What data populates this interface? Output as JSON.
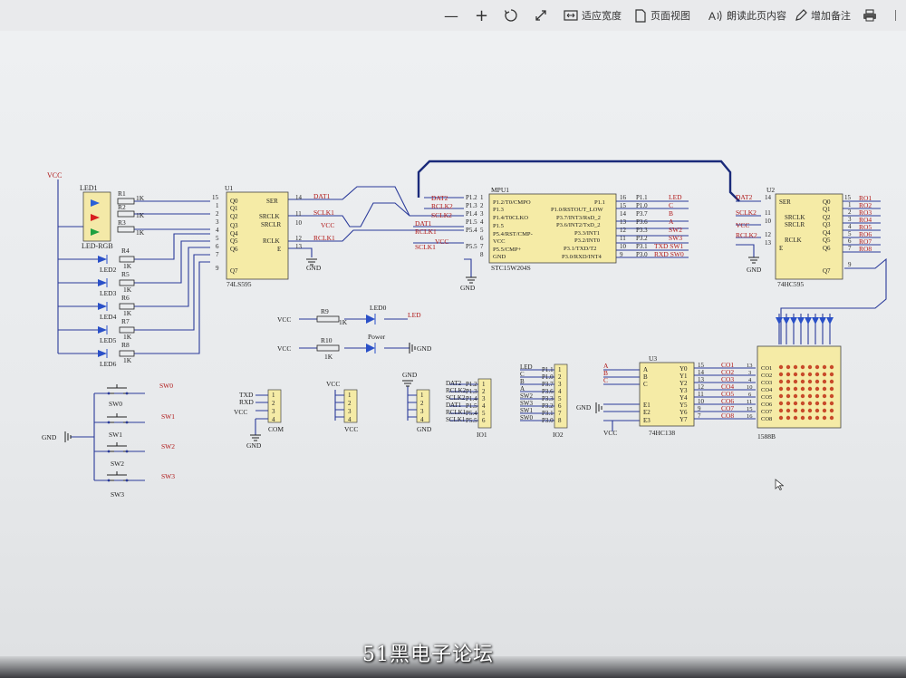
{
  "toolbar": {
    "zoom_out": "—",
    "zoom_in": "+",
    "fit_width": "适应宽度",
    "page_view": "页面视图",
    "read_aloud": "朗读此页内容",
    "add_note": "增加备注"
  },
  "watermark": "51黑电子论坛",
  "schematic": {
    "vcc": "VCC",
    "gnd": "GND",
    "led_rgb": {
      "ref": "LED1",
      "name": "LED-RGB"
    },
    "resistors_left": [
      "R1",
      "R2",
      "R3",
      "R4",
      "R5",
      "R6",
      "R7",
      "R8"
    ],
    "res_value": "1K",
    "leds_left": [
      "LED2",
      "LED3",
      "LED4",
      "LED5",
      "LED6"
    ],
    "u1": {
      "ref": "U1",
      "name": "74LS595",
      "left_pins": [
        "Q0",
        "Q1",
        "Q2",
        "Q3",
        "Q4",
        "Q5",
        "Q6",
        "Q7"
      ],
      "left_nums": [
        "15",
        "1",
        "2",
        "3",
        "4",
        "5",
        "6",
        "7",
        "9"
      ],
      "right_pins": [
        "SER",
        "SRCLK",
        "SRCLR",
        "RCLK",
        "E"
      ],
      "right_nums": [
        "14",
        "11",
        "10",
        "12",
        "13"
      ]
    },
    "u1_nets": [
      "DAT1",
      "SCLK1",
      "VCC",
      "RCLK1",
      "GND"
    ],
    "mpu": {
      "ref": "MPU1",
      "name": "STC15W204S",
      "left_pins": [
        "P1.2/T0/CMPO",
        "P1.3",
        "P1.4/T0CLKO",
        "P1.5",
        "P5.4/RST/CMP-",
        "VCC",
        "P5.5/CMP+",
        "GND"
      ],
      "left_nums": [
        "1",
        "2",
        "3",
        "4",
        "5",
        "6",
        "7",
        "8"
      ],
      "left_nets": [
        "DAT2",
        "RCLK2",
        "SCLK2",
        "DAT1",
        "RCLK1",
        "",
        "SCLK1",
        ""
      ],
      "left_ports": [
        "P1.2",
        "P1.3",
        "P1.4",
        "P1.5",
        "P5.4",
        "",
        "P5.5",
        ""
      ],
      "right_pins": [
        "P1.1",
        "P1.0/RSTOUT_LOW",
        "P3.7/INT3/RxD_2",
        "P3.6/INT2/TxD_2",
        "P3.3/INT1",
        "P3.2/INT0",
        "P3.1/TXD/T2",
        "P3.0/RXD/INT4"
      ],
      "right_nums": [
        "16",
        "15",
        "14",
        "13",
        "12",
        "11",
        "10",
        "9"
      ],
      "right_ports": [
        "P1.1",
        "P1.0",
        "P3.7",
        "P3.6",
        "P3.3",
        "P3.2",
        "P3.1",
        "P3.0"
      ],
      "right_nets": [
        "LED",
        "C",
        "B",
        "A",
        "SW2",
        "SW3",
        "TXD SW1",
        "RXD SW0"
      ]
    },
    "u2": {
      "ref": "U2",
      "name": "74HC595",
      "left_pins": [
        "SER",
        "SRCLK",
        "SRCLR",
        "RCLK",
        "E"
      ],
      "left_nums": [
        "14",
        "11",
        "10",
        "12",
        "13"
      ],
      "left_nets": [
        "DAT2",
        "SCLK2",
        "VCC",
        "RCLK2",
        "GND"
      ],
      "right_pins": [
        "Q0",
        "Q1",
        "Q2",
        "Q3",
        "Q4",
        "Q5",
        "Q6",
        "Q7"
      ],
      "right_nums": [
        "15",
        "1",
        "2",
        "3",
        "4",
        "5",
        "6",
        "7",
        "9"
      ],
      "right_nets": [
        "RO1",
        "RO2",
        "RO3",
        "RO4",
        "RO5",
        "RO6",
        "RO7",
        "RO8"
      ]
    },
    "r9": {
      "ref": "R9",
      "value": "1K",
      "led": "LED0",
      "net": "LED"
    },
    "r10": {
      "ref": "R10",
      "value": "1K",
      "led": "Power"
    },
    "switches": [
      "SW0",
      "SW1",
      "SW2",
      "SW3"
    ],
    "com": {
      "ref": "COM",
      "nets": [
        "TXD",
        "RXD",
        "VCC",
        "GND"
      ],
      "pins": [
        "1",
        "2",
        "3",
        "4"
      ]
    },
    "vcc_hdr": {
      "ref": "VCC",
      "pins": [
        "1",
        "2",
        "3",
        "4"
      ]
    },
    "gnd_hdr": {
      "ref": "GND",
      "pins": [
        "1",
        "2",
        "3",
        "4"
      ]
    },
    "io1": {
      "ref": "IO1",
      "nets": [
        "DAT2",
        "RCLK2",
        "SCLK2",
        "DAT1",
        "RCLK1",
        "SCLK1"
      ],
      "ports": [
        "P1.2",
        "P1.3",
        "P1.4",
        "P1.5",
        "P5.4",
        "P5.5"
      ],
      "pins": [
        "1",
        "2",
        "3",
        "4",
        "5",
        "6"
      ]
    },
    "io2": {
      "ref": "IO2",
      "nets": [
        "LED",
        "C",
        "B",
        "A",
        "SW2",
        "SW3",
        "SW1",
        "SW0"
      ],
      "ports": [
        "P1.1",
        "P1.0",
        "P3.7",
        "P3.6",
        "P3.3",
        "P3.2",
        "P3.1",
        "P3.0"
      ],
      "pins": [
        "1",
        "2",
        "3",
        "4",
        "5",
        "6",
        "7",
        "8"
      ]
    },
    "u3": {
      "ref": "U3",
      "name": "74HC138",
      "left_pins": [
        "A",
        "B",
        "C",
        "E1",
        "E2",
        "E3"
      ],
      "left_nets": [
        "A",
        "B",
        "C"
      ],
      "right_pins": [
        "Y0",
        "Y1",
        "Y2",
        "Y3",
        "Y4",
        "Y5",
        "Y6",
        "Y7"
      ],
      "right_nums": [
        "15",
        "14",
        "13",
        "12",
        "11",
        "10",
        "9",
        "7"
      ],
      "right_nets": [
        "CO1",
        "CO2",
        "CO3",
        "CO4",
        "CO5",
        "CO6",
        "CO7",
        "CO8"
      ]
    },
    "matrix": {
      "name": "1588B",
      "cols": [
        "CO1",
        "CO2",
        "CO3",
        "CO4",
        "CO5",
        "CO6",
        "CO7",
        "CO8"
      ],
      "col_nums": [
        "13",
        "3",
        "4",
        "10",
        "6",
        "11",
        "15",
        "16"
      ]
    }
  }
}
